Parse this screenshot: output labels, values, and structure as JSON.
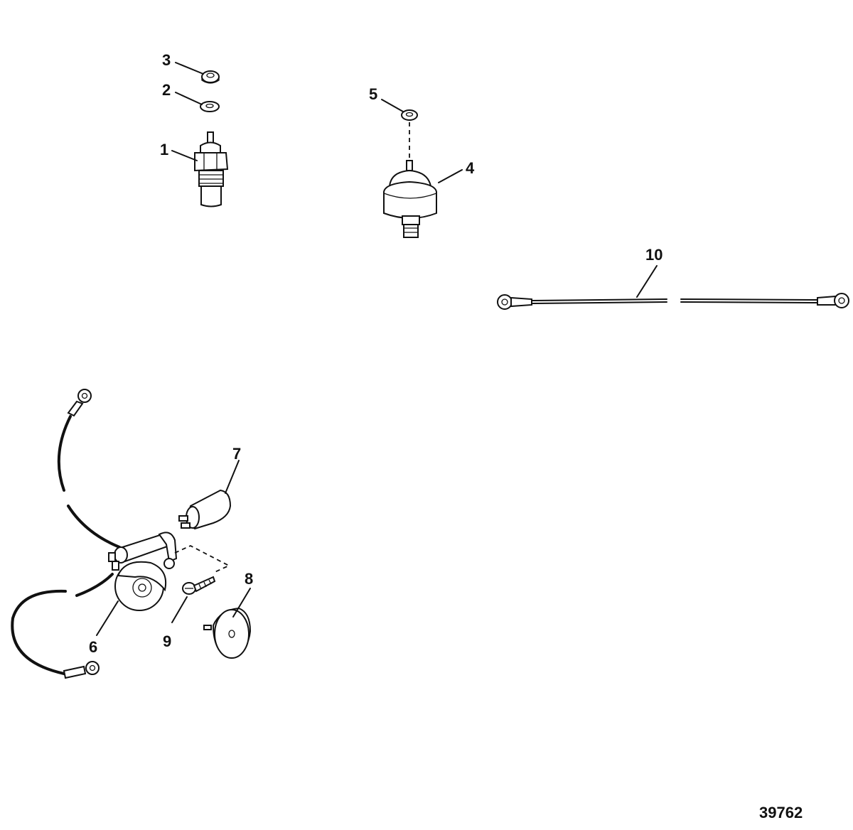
{
  "callouts": [
    "1",
    "2",
    "3",
    "4",
    "5",
    "6",
    "7",
    "8",
    "9",
    "10"
  ],
  "reference_number": "39762",
  "colors": {
    "ink": "#111111",
    "background": "#ffffff"
  }
}
